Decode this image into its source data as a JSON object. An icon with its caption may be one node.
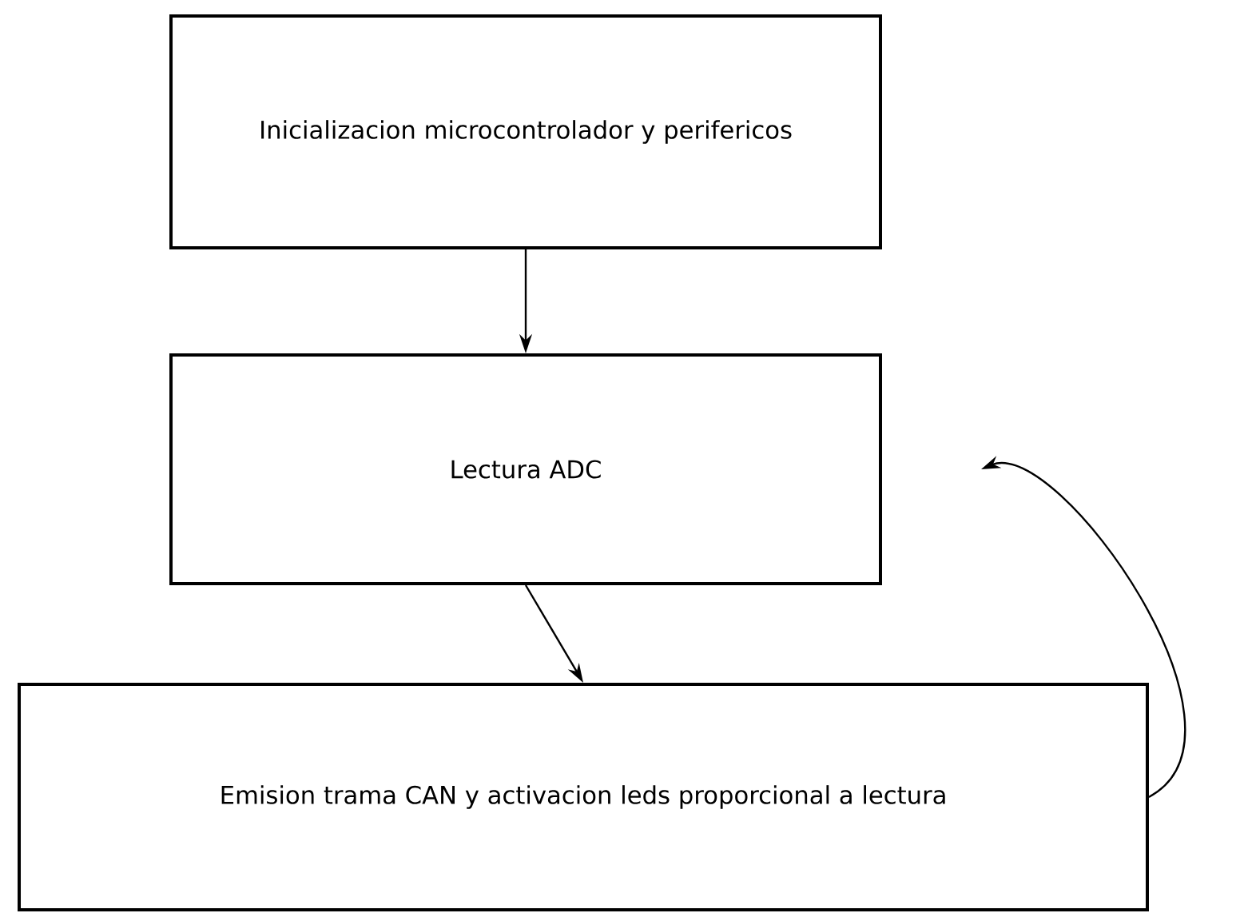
{
  "diagram": {
    "nodes": [
      {
        "text": [
          "Inicializacion microcontrolador y perifericos"
        ]
      },
      {
        "text": [
          "Lectura ADC"
        ]
      },
      {
        "text": [
          "Emision trama CAN y activacion leds proporcional a lectura"
        ]
      }
    ],
    "edges": [
      {
        "from": 0,
        "to": 1,
        "arrow": "to"
      },
      {
        "from": 1,
        "to": 2,
        "arrow": "to"
      },
      {
        "from": 2,
        "to": 1,
        "arrow": "to"
      }
    ]
  }
}
